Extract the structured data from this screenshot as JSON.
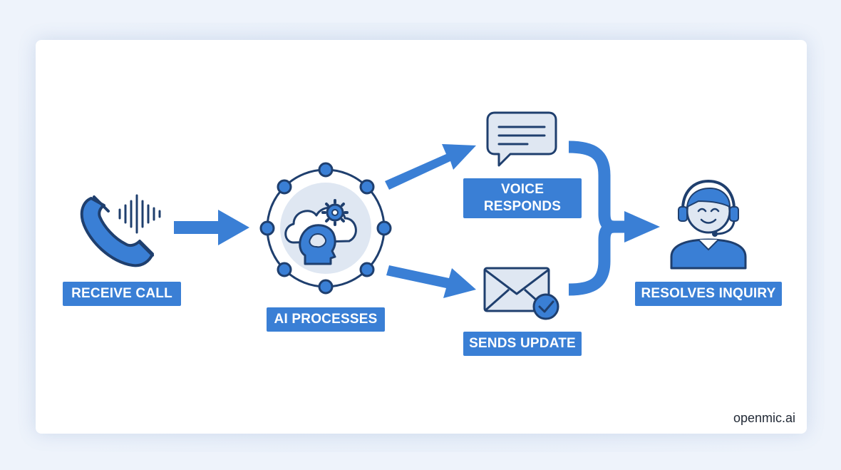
{
  "steps": {
    "receive_call": "RECEIVE CALL",
    "ai_processes": "AI PROCESSES",
    "voice_responds_line1": "VOICE",
    "voice_responds_line2": "RESPONDS",
    "sends_update": "SENDS UPDATE",
    "resolves_inquiry": "RESOLVES INQUIRY"
  },
  "brand": "openmic.ai",
  "colors": {
    "accent": "#3a7fd5",
    "outline": "#1f3f6e",
    "light_fill": "#dfe7f2"
  },
  "icons": [
    "phone-icon",
    "sound-wave-icon",
    "ai-brain-cloud-icon",
    "chat-bubble-icon",
    "envelope-check-icon",
    "support-agent-icon"
  ]
}
